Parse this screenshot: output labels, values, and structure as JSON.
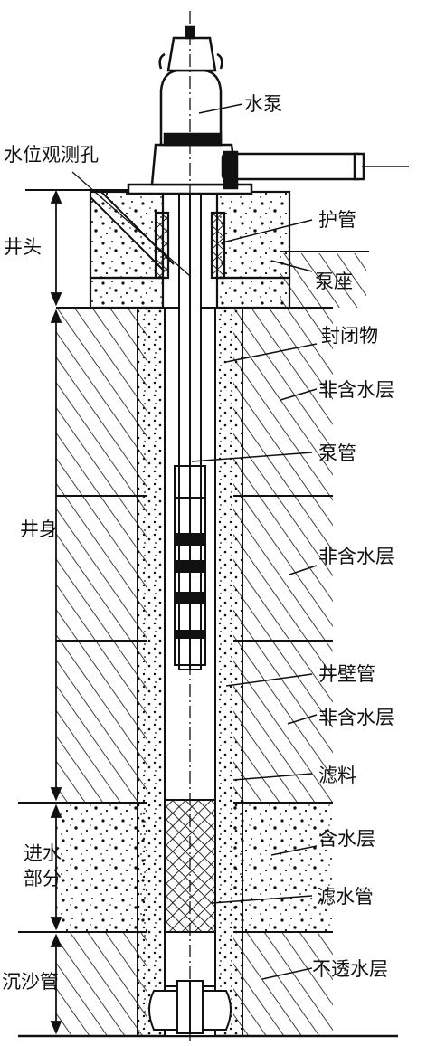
{
  "labels": {
    "pump": "水泵",
    "observation_hole": "水位观测孔",
    "protective_pipe": "护管",
    "pump_base": "泵座",
    "well_head": "井头",
    "seal": "封闭物",
    "non_aquifer_1": "非含水层",
    "pump_pipe": "泵管",
    "well_body": "井身",
    "non_aquifer_2": "非含水层",
    "well_casing": "井壁管",
    "non_aquifer_3": "非含水层",
    "filter_material": "滤料",
    "aquifer": "含水层",
    "intake_line1": "进水",
    "intake_line2": "部分",
    "filter_pipe": "滤水管",
    "sand_pipe": "沉沙管",
    "impermeable": "不透水层"
  },
  "colors": {
    "ink": "#111111",
    "paper": "#ffffff"
  }
}
